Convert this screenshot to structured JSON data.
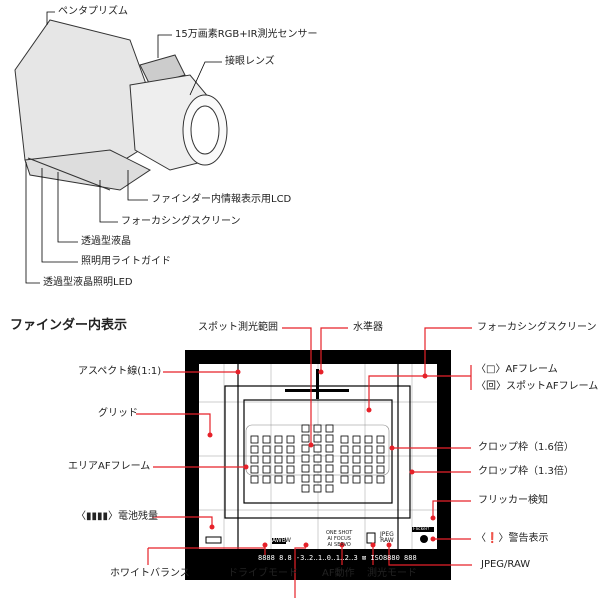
{
  "top_labels": {
    "pentaprism": "ペンタプリズム",
    "sensor": "15万画素RGB+IR測光センサー",
    "eyepiece": "接眼レンズ",
    "lcd": "ファインダー内情報表示用LCD",
    "screen": "フォーカシングスクリーン",
    "transmissive_lcd": "透過型液晶",
    "light_guide": "照明用ライトガイド",
    "led": "透過型液晶照明LED"
  },
  "section_title": "ファインダー内表示",
  "labels": {
    "spot": "スポット測光範囲",
    "level": "水準器",
    "focusing_screen": "フォーカシングスクリーン",
    "aspect": "アスペクト線(1:1)",
    "af_frame": "〈□〉AFフレーム",
    "spot_af_frame": "〈回〉スポットAFフレーム",
    "grid": "グリッド",
    "crop16": "クロップ枠（1.6倍）",
    "area_af": "エリアAFフレーム",
    "crop13": "クロップ枠（1.3倍）",
    "flicker": "フリッカー検知",
    "battery": "〈▮▮▮▮〉電池残量",
    "warning": "〈❗〉警告表示",
    "jpegraw": "JPEG/RAW",
    "wb": "ホワイトバランス",
    "drive": "ドライブモード",
    "af_op": "AF動作",
    "metering": "測光モード"
  },
  "viewfinder": {
    "af_modes": "ONE SHOT\nAI FOCUS\nAI SERVO",
    "quality": "JPEG\nRAW",
    "flicker_badge": "Flicker!",
    "awb": "AWB",
    "wb_w": "W",
    "lcd_readout": "8888 8.8 ‐3‥2‥1‥0‥1‥2‥3 ⊠ ISO8880 888"
  },
  "colors": {
    "accent": "#e62129"
  }
}
